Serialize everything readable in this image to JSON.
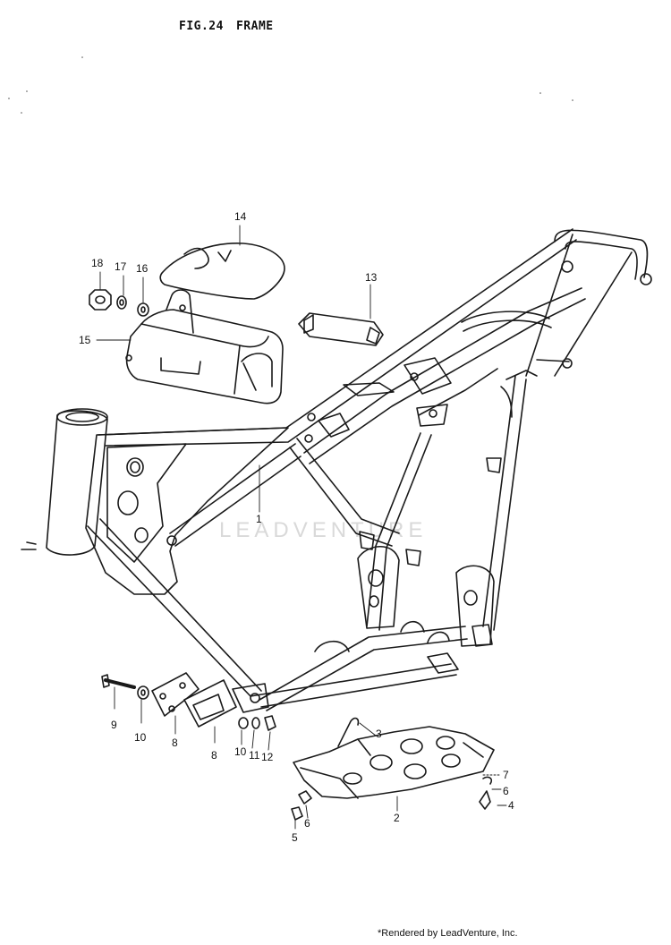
{
  "figure": {
    "number": "FIG.24",
    "title": "FRAME"
  },
  "watermark": "LEADVENTURE",
  "credit": "*Rendered by LeadVenture, Inc.",
  "callouts": [
    "1",
    "2",
    "3",
    "4",
    "5",
    "6",
    "6",
    "7",
    "8",
    "8",
    "9",
    "10",
    "10",
    "11",
    "12",
    "13",
    "14",
    "15",
    "16",
    "17",
    "18"
  ],
  "line_color": "#1a1a1a"
}
